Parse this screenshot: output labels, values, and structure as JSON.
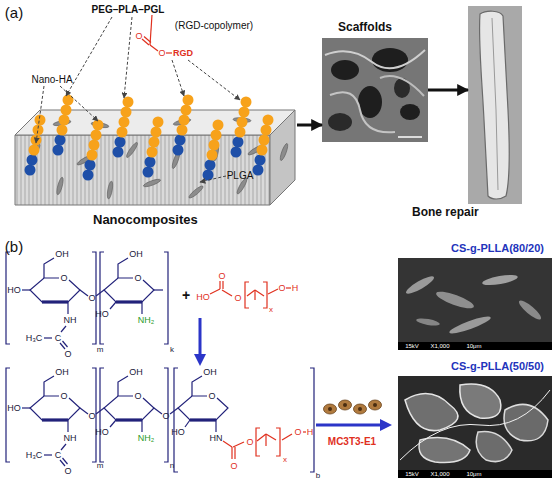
{
  "diagram": {
    "nodes": [
      {
        "text": [
          "Nanocomposites"
        ]
      },
      {
        "text": [
          "Scaffolds"
        ]
      },
      {
        "text": [
          "Bone repair"
        ]
      },
      {
        "text": [
          "CS-g-PLLA(80/20)"
        ]
      },
      {
        "text": [
          "CS-g-PLLA(50/50)"
        ]
      }
    ],
    "edges": [
      {
        "from": 0,
        "to": 1,
        "arrow": "to"
      },
      {
        "from": 1,
        "to": 2,
        "arrow": "to"
      }
    ],
    "labels": [
      "(a)",
      "PEG–PLA–PGL",
      "(RGD-copolymer)",
      "O",
      "O",
      "RGD",
      "Nano-HA",
      "PLGA",
      "(b)",
      "OH",
      "O",
      "HO",
      "NH",
      "C",
      "H₃C",
      "O",
      "O",
      "OH",
      "O",
      "HO",
      "NH₂",
      "m",
      "k",
      "+",
      "HO",
      "O",
      "O",
      "x",
      "O",
      "H",
      "OH",
      "O",
      "HO",
      "NH",
      "C",
      "H₃C",
      "O",
      "O",
      "OH",
      "O",
      "HO",
      "NH₂",
      "O",
      "OH",
      "O",
      "HO",
      "HN",
      "O",
      "O",
      "x",
      "O",
      "H",
      "m",
      "n",
      "b",
      "MC3T3-E1",
      "15kV",
      "X1,000",
      "10μm",
      "15kV",
      "X1,000",
      "10μm"
    ]
  }
}
